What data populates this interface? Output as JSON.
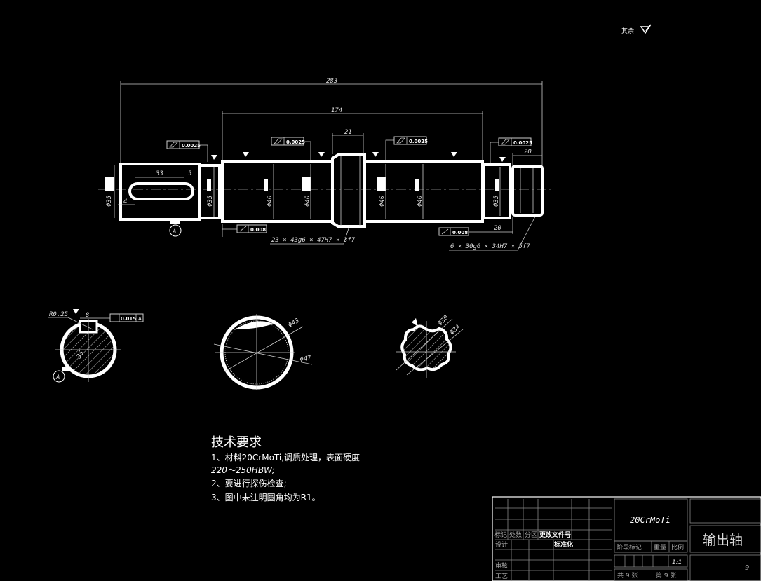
{
  "drawing": {
    "roughness_note": "其余",
    "dimensions": {
      "overall_length": "283",
      "middle_length": "174",
      "gear_width": "21",
      "right_end_length": "20",
      "right_shoulder_length": "20",
      "keyway_length": "33",
      "keyway_width_small": "5",
      "key_depth": "4"
    },
    "diameters": [
      "Φ35",
      "Φ35",
      "Φ40",
      "Φ40",
      "Φ40",
      "Φ40",
      "Φ35"
    ],
    "tolerance_frames": [
      "0.0025",
      "0.0025",
      "0.0025",
      "0.0025",
      "0.008",
      "0.008"
    ],
    "datum_label": "A",
    "spline_left": "23 × 43g6 × 47H7 × 3f7",
    "spline_right": "6 × 30g6 × 34H7 × 5f7"
  },
  "sections": {
    "key_section": {
      "radius_label": "R0.25",
      "width_label": "8",
      "tolerance": "0.015",
      "datum": "A",
      "depth_label": "35",
      "datum_circle": "A"
    },
    "gear_section": {
      "d1": "Φ43",
      "d2": "Φ47"
    },
    "spline_section": {
      "d1": "Φ30",
      "d2": "Φ34"
    }
  },
  "tech_requirements": {
    "title": "技术要求",
    "lines": [
      "1、材料20CrMoTi,调质处理，表面硬度",
      "220～250HBW;",
      "2、要进行探伤检查;",
      "3、图中未注明圆角均为R1。"
    ]
  },
  "title_block": {
    "material": "20CrMoTi",
    "part_name": "输出轴",
    "drawing_number": "9",
    "headers": {
      "mark": "标记",
      "count": "处数",
      "zone": "分区",
      "doc_no": "更改文件号",
      "design": "设计",
      "standardize": "标准化",
      "review": "审核",
      "process": "工艺",
      "stage": "阶段标记",
      "weight": "重量",
      "scale": "比例"
    },
    "scale": "1:1",
    "sheets": "共 9 张",
    "sheet_no": "第 9 张"
  }
}
